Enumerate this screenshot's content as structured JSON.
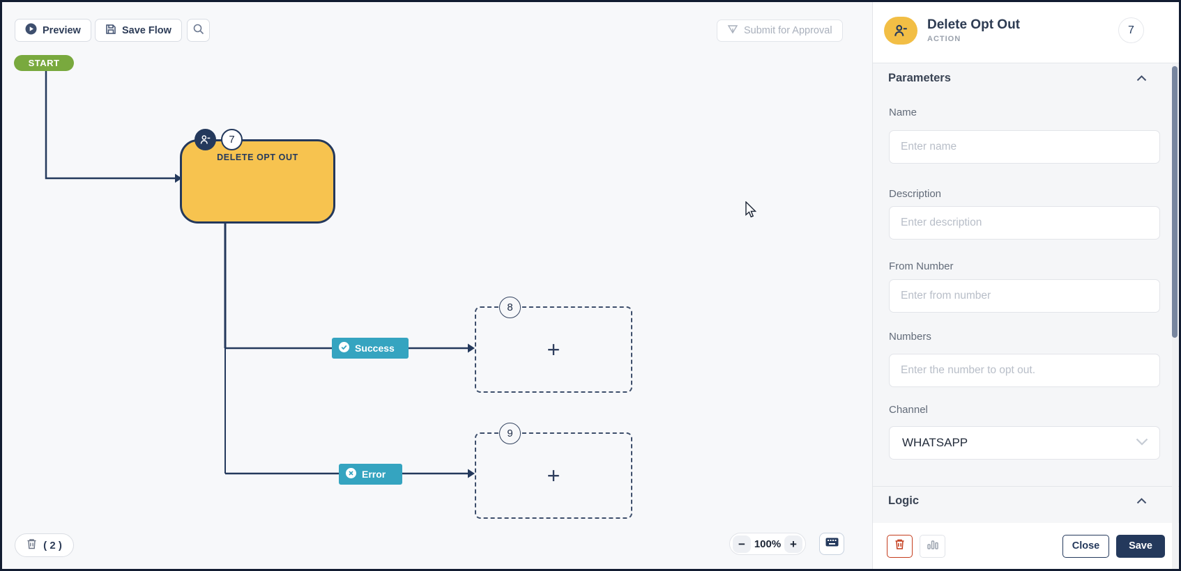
{
  "toolbar": {
    "preview": "Preview",
    "save_flow": "Save Flow",
    "submit_for_approval": "Submit for Approval"
  },
  "canvas": {
    "start_label": "START",
    "node": {
      "title": "DELETE OPT OUT",
      "number": "7"
    },
    "success_branch": {
      "label": "Success",
      "target_number": "8",
      "plus": "+"
    },
    "error_branch": {
      "label": "Error",
      "target_number": "9",
      "plus": "+"
    },
    "delete_count": "( 2 )",
    "zoom": {
      "minus": "−",
      "level": "100%",
      "plus": "+"
    }
  },
  "panel": {
    "title": "Delete Opt Out",
    "subtitle": "ACTION",
    "number_badge": "7",
    "sections": {
      "parameters": "Parameters",
      "logic": "Logic"
    },
    "fields": {
      "name": {
        "label": "Name",
        "placeholder": "Enter name"
      },
      "description": {
        "label": "Description",
        "placeholder": "Enter description"
      },
      "from_number": {
        "label": "From Number",
        "placeholder": "Enter from number"
      },
      "numbers": {
        "label": "Numbers",
        "placeholder": "Enter the number to opt out."
      },
      "channel": {
        "label": "Channel",
        "value": "WHATSAPP"
      }
    },
    "footer": {
      "close": "Close",
      "save": "Save"
    }
  },
  "icons": {
    "play-circle-icon": "▶ in filled circle",
    "save-icon": "floppy disk outline",
    "search-icon": "magnifier",
    "send-icon": "paper plane outline",
    "person-minus-icon": "user with minus",
    "check-circle-icon": "✓ in circle",
    "x-circle-icon": "✕ in circle",
    "trash-icon": "trash can",
    "bar-chart-icon": "three bars",
    "keyboard-icon": "keyboard",
    "chevron-up-icon": "^",
    "chevron-down-icon": "v",
    "plus-icon": "+",
    "cursor-pointer": "mouse arrow"
  },
  "colors": {
    "navy": "#24395C",
    "node_yellow": "#F7C34F",
    "start_green": "#79A93E",
    "branch_teal": "#35A4C0",
    "danger_red": "#C43C1C",
    "canvas_bg": "#F7F8FA",
    "panel_bg": "#F5F6F8",
    "save_button": "#24395C"
  }
}
